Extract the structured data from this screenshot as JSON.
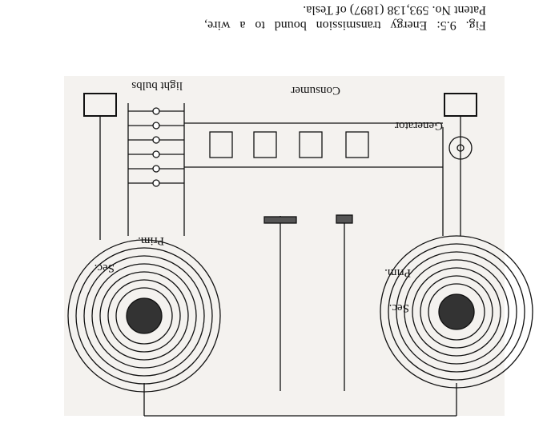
{
  "caption": {
    "line1_words": [
      "Fig.",
      "9.5:",
      "Energy",
      "transmission",
      "bound",
      "to",
      "a",
      "wire,"
    ],
    "line2": "Patent No. 593,138 (1897) of Tesla."
  },
  "figure": {
    "labels": {
      "generator": "Generator",
      "consumer": "Consumer",
      "light_bulbs": "light bulbs",
      "prim_left": "Prim.",
      "sec_left": "Sec.",
      "prim_right": "Prim.",
      "sec_right": "Sec."
    },
    "orientation": "upside-down scan"
  }
}
